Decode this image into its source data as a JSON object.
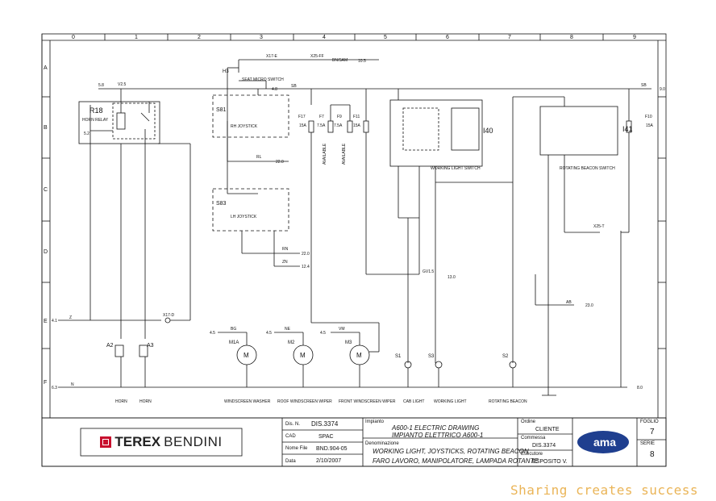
{
  "grid": {
    "columns": [
      "0",
      "1",
      "2",
      "3",
      "4",
      "5",
      "6",
      "7",
      "8",
      "9"
    ],
    "rows": [
      "A",
      "B",
      "C",
      "D",
      "E",
      "F"
    ]
  },
  "components": {
    "r18": "R18",
    "r18_name": "HORN RELAY",
    "h3": "H3",
    "h3_name": "SEAT MICRO SWITCH",
    "s81": "S81",
    "s81_name": "RH JOYSTICK",
    "s83": "S83",
    "s83_name": "LH JOYSTICK",
    "f17": "F17",
    "f7": "F7",
    "f9": "F9",
    "f11": "F11",
    "f10": "F10",
    "i40": "I40",
    "i40_name": "WORKING LIGHT SWITCH",
    "i41": "I41",
    "i41_name": "ROTATING BEACON SWITCH",
    "a2": "A2",
    "a3": "A3",
    "m1a": "M1A",
    "m2": "M2",
    "m3": "M3",
    "motor_symbol": "M",
    "s1": "S1",
    "s3": "S3",
    "s2": "S2",
    "fuse_15a": "15A",
    "fuse_75a": "7.5A",
    "available": "AVAILABLE"
  },
  "wire_refs": {
    "x17e": "X17-E",
    "x25ff": "X25-FF",
    "bn_ref": "BN/SAM",
    "r105": "10.5",
    "v": "V2.5",
    "r58": "5.8",
    "r52": "5.2",
    "r48": "4.8",
    "r90": "9.0",
    "sb": "SB",
    "r220": "22.0",
    "r224": "22.0",
    "r124": "12.4",
    "rl": "RL",
    "rn": "RN",
    "zn": "ZN",
    "r130": "13.0",
    "gv": "GV1.5",
    "ab": "AB",
    "r230": "23.0",
    "x25t": "X25-T",
    "r41": "4.1",
    "z": "Z",
    "x17d": "X17-D",
    "r45a": "4.5",
    "r45b": "4.5",
    "r45c": "4.5",
    "bg": "BG",
    "ne": "NE",
    "vm": "VM",
    "r63": "6.3",
    "n": "N",
    "r80": "8.0"
  },
  "bottom_labels": {
    "horn1": "HORN",
    "horn2": "HORN",
    "washer": "WINDSCREEN WASHER",
    "roof": "ROOF WINDSCREEN WIPER",
    "front": "FRONT WINDSCREEN WIPER",
    "cab": "CAB LIGHT",
    "wlight": "WORKING LIGHT",
    "beacon": "ROTATING BEACON"
  },
  "title_block": {
    "brand_terex": "TEREX",
    "brand_bendini": "BENDINI",
    "dis_label": "Dis. N.",
    "dis_value": "DIS.3374",
    "cad_label": "CAD",
    "cad_value": "SPAC",
    "file_label": "Nome File",
    "file_value": "BND.904-05",
    "date_label": "Data",
    "date_value": "2/10/2007",
    "impianto_label": "Impianto",
    "impianto_line1": "A600-1 ELECTRIC DRAWING",
    "impianto_line2": "IMPIANTO ELETTRICO A600-1",
    "denom_label": "Denominazione",
    "denom_line1": "WORKING LIGHT, JOYSTICKS, ROTATING BEACON",
    "denom_line2": "FARO LAVORO, MANIPOLATORE, LAMPADA ROTANTE",
    "ordine_label": "Ordine",
    "ordine_value": "CLIENTE",
    "commessa_label": "Commessa",
    "commessa_value": "DIS.3374",
    "esecutore_label": "Esecutore",
    "esecutore_value": "ESPOSITO V.",
    "foglio_label": "FOGLIO",
    "foglio_value": "7",
    "serie_label": "SERIE",
    "serie_value": "8",
    "ama_logo": "ama"
  },
  "watermark": "Sharing creates success",
  "colors": {
    "line": "#111111",
    "watermark": "#e7a83a",
    "terex_red": "#c8102e",
    "ama_blue": "#1f3f8f"
  }
}
